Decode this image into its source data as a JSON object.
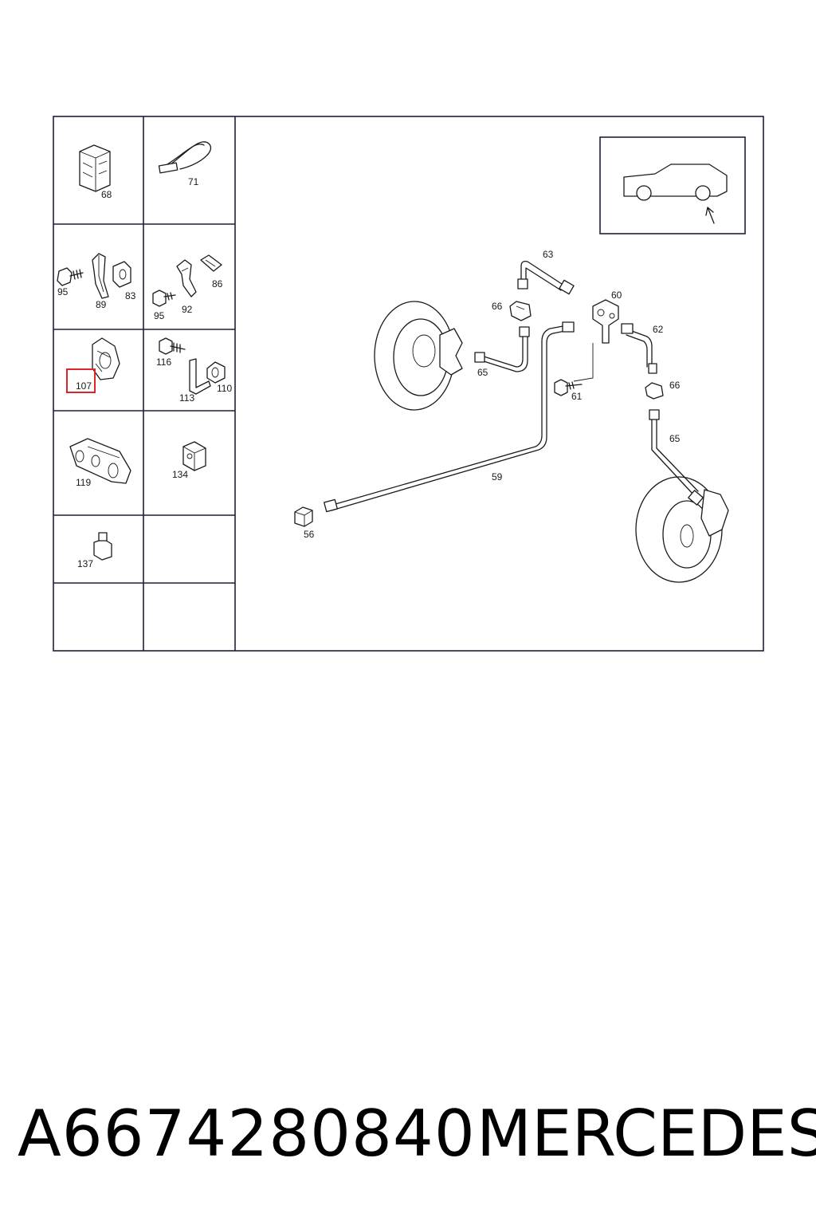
{
  "diagram": {
    "cells": {
      "c68": "68",
      "c71": "71",
      "c95a": "95",
      "c89": "89",
      "c83": "83",
      "c92": "92",
      "c86": "86",
      "c95b": "95",
      "c107": "107",
      "c116": "116",
      "c113": "113",
      "c110": "110",
      "c119": "119",
      "c134": "134",
      "c137": "137"
    },
    "callouts": {
      "p63": "63",
      "p66a": "66",
      "p65a": "65",
      "p60": "60",
      "p62": "62",
      "p61": "61",
      "p66b": "66",
      "p65b": "65",
      "p59": "59",
      "p56": "56"
    },
    "highlight": {
      "part": "107",
      "color": "#e0242b"
    }
  },
  "footer": {
    "part_number": "A6674280840",
    "brand": "MERCEDES"
  }
}
